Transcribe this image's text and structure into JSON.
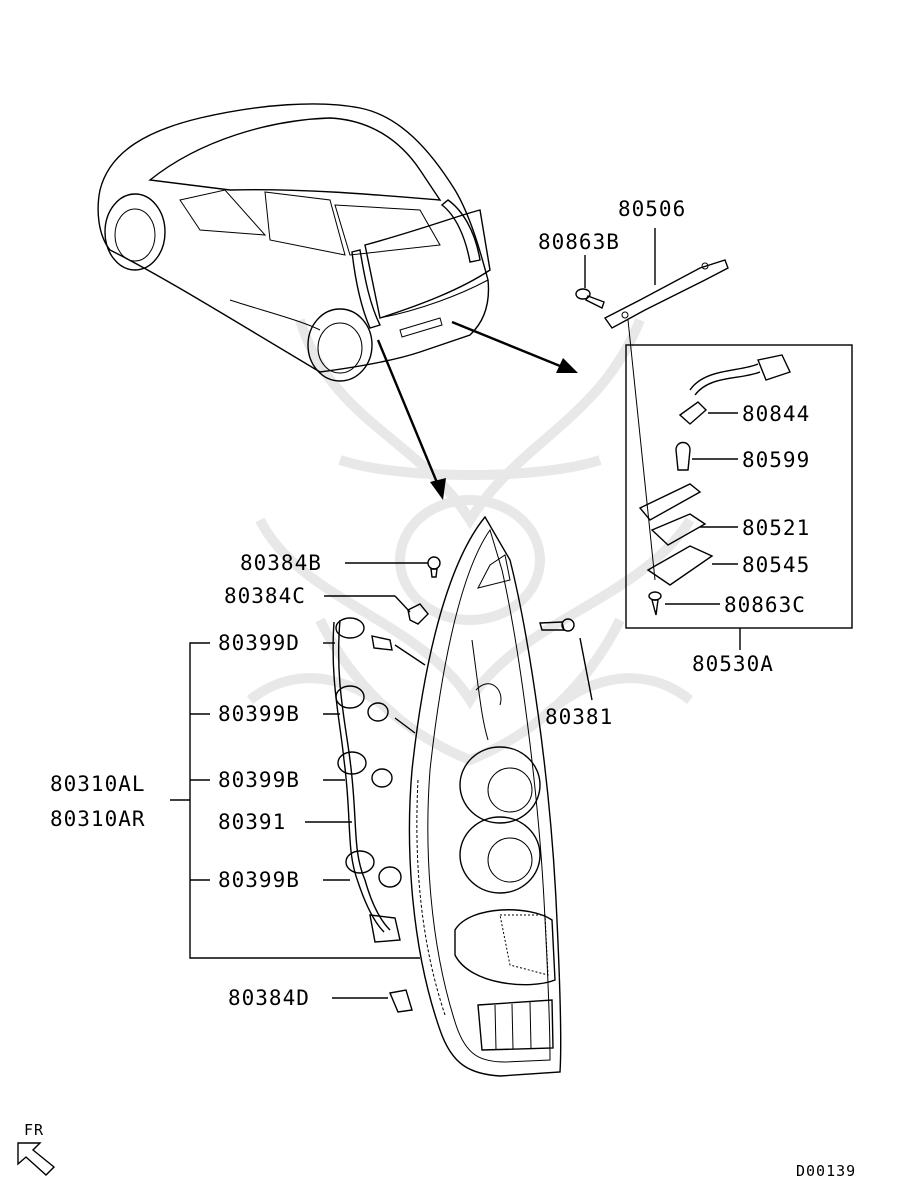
{
  "diagram": {
    "labels": {
      "l80506": "80506",
      "l80863B": "80863B",
      "l80844": "80844",
      "l80599": "80599",
      "l80521": "80521",
      "l80545": "80545",
      "l80863C": "80863C",
      "l80530A": "80530A",
      "l80384B": "80384B",
      "l80384C": "80384C",
      "l80399D": "80399D",
      "l80399B_1": "80399B",
      "l80381": "80381",
      "l80399B_2": "80399B",
      "l80310AL": "80310AL",
      "l80310AR": "80310AR",
      "l80391": "80391",
      "l80399B_3": "80399B",
      "l80384D": "80384D"
    },
    "orientation_label": "FR",
    "diagram_code": "D00139"
  }
}
